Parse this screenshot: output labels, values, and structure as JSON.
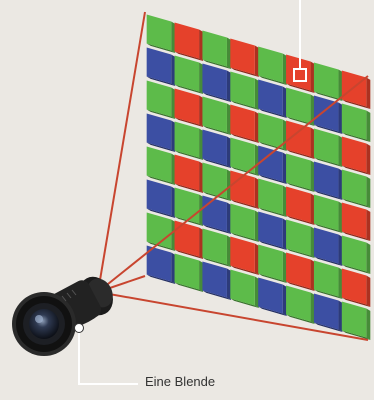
{
  "caption": "Eine Blende",
  "sensor": {
    "rows": 8,
    "cols": 8,
    "pattern": [
      [
        "G",
        "R",
        "G",
        "R",
        "G",
        "R",
        "G",
        "R"
      ],
      [
        "B",
        "G",
        "B",
        "G",
        "B",
        "G",
        "B",
        "G"
      ],
      [
        "G",
        "R",
        "G",
        "R",
        "G",
        "R",
        "G",
        "R"
      ],
      [
        "B",
        "G",
        "B",
        "G",
        "B",
        "G",
        "B",
        "G"
      ],
      [
        "G",
        "R",
        "G",
        "R",
        "G",
        "R",
        "G",
        "R"
      ],
      [
        "B",
        "G",
        "B",
        "G",
        "B",
        "G",
        "B",
        "G"
      ],
      [
        "G",
        "R",
        "G",
        "R",
        "G",
        "R",
        "G",
        "R"
      ],
      [
        "B",
        "G",
        "B",
        "G",
        "B",
        "G",
        "B",
        "G"
      ]
    ]
  },
  "colors": {
    "background": "#ebe8e3",
    "red": "#e5412b",
    "green": "#5dbb4a",
    "blue": "#3c4fa3",
    "ray": "#c8452f",
    "callout": "#ffffff",
    "highlight": "#e5412b"
  }
}
